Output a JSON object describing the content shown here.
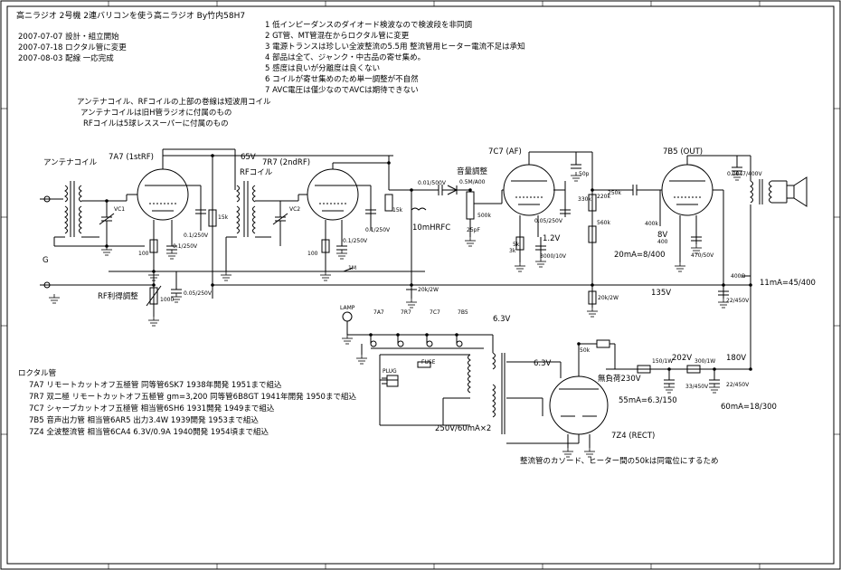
{
  "header": {
    "title": "高ニラジオ 2号機 2連バリコンを使う高ニラジオ By竹内58H7",
    "history": [
      "2007-07-07 設計・組立開始",
      "2007-07-18 ロクタル管に変更",
      "2007-08-03 配線 一応完成"
    ]
  },
  "notes": [
    "1 低インピーダンスのダイオード検波なので検波段を非同調",
    "2 GT管、MT管混在からロクタル管に変更",
    "3 電源トランスは珍しい全波整流の5.5用 整流管用ヒーター電流不足は承知",
    "4 部品は全て、ジャンク・中古品の寄せ集め。",
    "5 感度は良いが分離度は良くない",
    "6 コイルが寄せ集めのため単一調整が不自然",
    "7 AVC電圧は僅少なのでAVCは期待できない"
  ],
  "coil_notes": [
    "アンテナコイル、RFコイルの上部の巻線は短波用コイル",
    "アンテナコイルは旧H管ラジオに付属のもの",
    "RFコイルは5球レススーパーに付属のもの"
  ],
  "tube_list": {
    "heading": "ロクタル管",
    "rows": [
      "7A7 リモートカットオフ五極管 同等管6SK7 1938年開発 1951まで組込",
      "7R7 双二極 リモートカットオフ五極管 gm=3,200 同等管6B8GT 1941年開発 1950まで組込",
      "7C7 シャープカットオフ五極管 相当管6SH6 1931開発 1949まで組込",
      "7B5 音声出力管 相当管6AR5 出力3.4W 1939開発 1953まで組込",
      "7Z4 全波整流管 相当管6CA4 6.3V/0.9A 1940開発 1954頃まで組込"
    ]
  },
  "labels": {
    "antenna_coil": "アンテナコイル",
    "rf_coil": "RFコイル",
    "tube1": "7A7 (1stRF)",
    "tube2": "7R7 (2ndRF)",
    "tube3": "7C7 (AF)",
    "tube4": "7B5 (OUT)",
    "tube5": "7Z4 (RECT)",
    "v65": "65V",
    "vol": "音量調整",
    "rfc": "10mHRFC",
    "v12": "1.2V",
    "v8": "8V",
    "i20": "20mA=8/400",
    "v135": "135V",
    "i11": "11mA=45/400",
    "gain": "RF利得調整",
    "g": "G",
    "v63a": "6.3V",
    "v63b": "6.3V",
    "noload": "無負荷230V",
    "v202": "202V",
    "v180": "180V",
    "i55": "55mA=6.3/150",
    "i60": "60mA=18/300",
    "tr": "250V/60mA×2",
    "rect_note": "整流管のカソード、ヒーター間の50kは同電位にするため",
    "lamp": "LAMP",
    "fuse": "FUSE",
    "plug": "PLUG",
    "vc1": "VC1",
    "vc2": "VC2",
    "ht1": "7A7",
    "ht2": "7R7",
    "ht3": "7C7",
    "ht4": "7B5"
  },
  "parts": {
    "c_det": "0.01/500V",
    "r_vol": "0.5M/A00",
    "r_500k": "500k",
    "r_15k": "15k",
    "r_15k_b": "15k",
    "r_330k": "330k",
    "r_5k": "5k",
    "c_250": "0.1/250V",
    "r_1k": "1M",
    "c_0047": "0.0047/400V",
    "r_400k": "400k",
    "r_560k": "560k",
    "r_100": "100",
    "r_100_b": "100",
    "r_50k": "50k",
    "c_25": "25pF",
    "c_05": "0.05/250V",
    "c_1": "0.1/250V",
    "c_1b": "0.1/250V",
    "c_1c": "0.1/250V",
    "r_3k": "3k",
    "c_3000": "3000/10V",
    "c_50": "50p",
    "r_220k": "220k",
    "r_250k": "250k",
    "r_400": "400",
    "c_470": "470/50V",
    "c_22": "22/450V",
    "c_22b": "22/450V",
    "r_150": "150/1W",
    "r_300": "300/1W",
    "c_33": "33/450V",
    "r_400o": "400Ω",
    "r_2k": "20k/2W",
    "r_1kgain": "1000",
    "c_005": "0.05/250V",
    "r_20k": "20k/2W"
  },
  "colors": {
    "line": "#000000",
    "frame": "#000000",
    "paper": "#ffffff",
    "grid_text": "#555555"
  }
}
